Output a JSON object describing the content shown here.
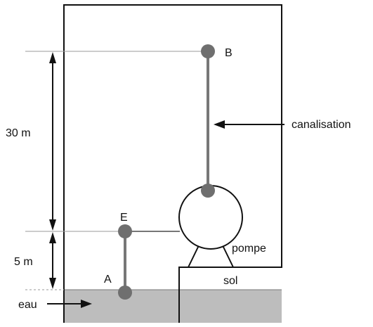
{
  "labels": {
    "point_b": "B",
    "point_e": "E",
    "point_a": "A",
    "height_upper": "30 m",
    "height_lower": "5 m",
    "canalisation": "canalisation",
    "pompe": "pompe",
    "sol": "sol",
    "eau": "eau"
  },
  "colors": {
    "stroke": "#111111",
    "pipe": "#777777",
    "node": "#6f6f6f",
    "water": "#bdbdbd",
    "guide": "#9a9a9a"
  }
}
